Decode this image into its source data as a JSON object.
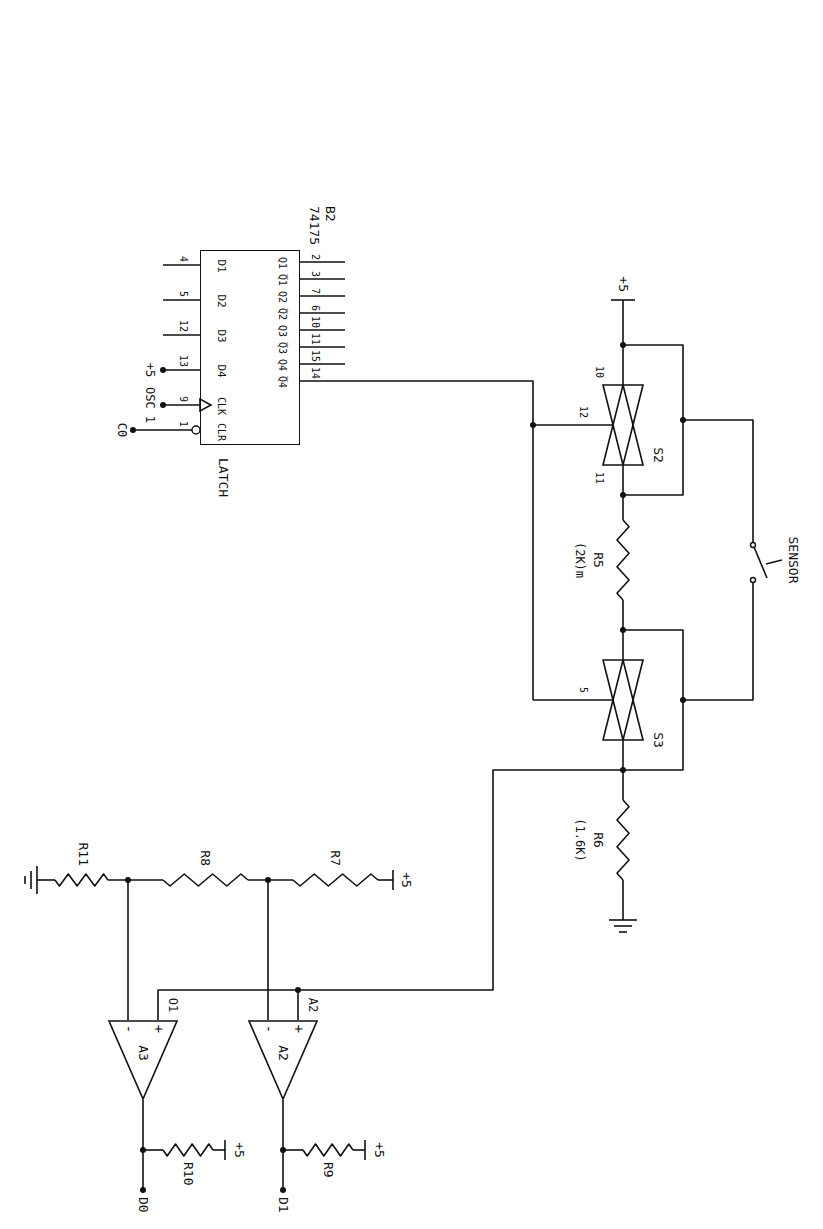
{
  "diagram": {
    "nodes": [
      {
        "text": [
          "B2",
          "74175",
          "D1",
          "D2",
          "D3",
          "D4",
          "CLK",
          "CLR",
          "Q1",
          "Q̅1",
          "Q2",
          "Q̅2",
          "Q3",
          "Q̅3",
          "Q4",
          "Q̅4"
        ]
      },
      {
        "text": [
          "A2",
          "+",
          "-"
        ]
      },
      {
        "text": [
          "A3",
          "+",
          "-"
        ]
      }
    ],
    "labels": [
      "SENSOR",
      "+5",
      "10",
      "11",
      "12",
      "S2",
      "R5",
      "(2K)m",
      "5",
      "S3",
      "R6",
      "(1.6K)",
      "2",
      "3",
      "7",
      "6",
      "10",
      "11",
      "15",
      "14",
      "4",
      "5",
      "12",
      "13",
      "9",
      "1",
      "+5",
      "OSC 1",
      "C0",
      "LATCH",
      "+5",
      "R7",
      "R8",
      "R11",
      "A2",
      "O1",
      "R9",
      "+5",
      "D1",
      "R10",
      "+5",
      "D0"
    ]
  }
}
